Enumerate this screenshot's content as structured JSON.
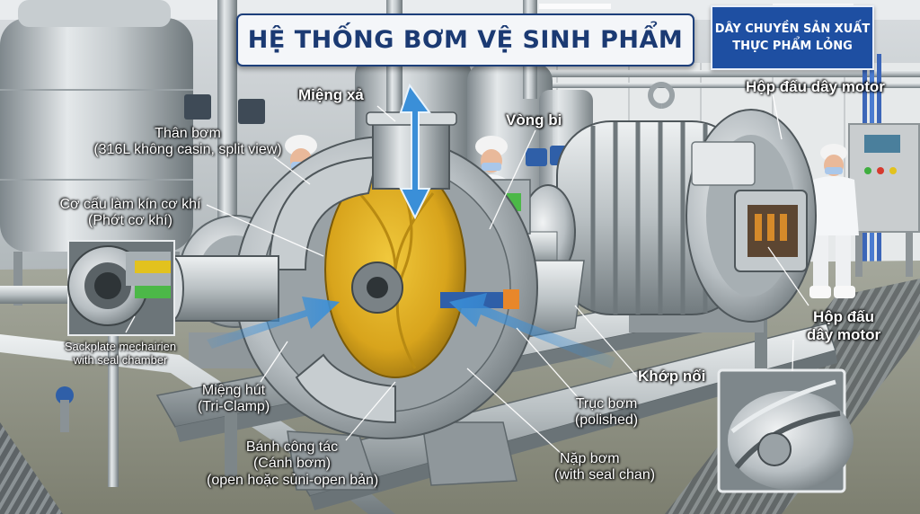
{
  "title": "HỆ THỐNG BƠM VỆ SINH PHẨM",
  "sign": {
    "line1": "DÂY CHUYỀN SẢN XUẤT",
    "line2": "THỰC PHẨM LỎNG"
  },
  "labels": {
    "mieng_xa": "Miệng xả",
    "vong_bi": "Vòng bi",
    "than_bom": "Thân bơm",
    "than_bom_sub": "(316L không casin, split view)",
    "co_cau": "Cơ cấu làm kín cơ khí",
    "co_cau_sub": "(Phớt cơ khí)",
    "backplate_1": "Sackplate mechairien",
    "backplate_2": "with seal chamber",
    "mieng_hut": "Miệng hút",
    "mieng_hut_sub": "(Tri-Clamp)",
    "banh_cong_tac": "Bánh công tác",
    "canh_bom": "(Cánh bơm)",
    "banh_sub": "(open hoặc sủni-open bản)",
    "khop_noi": "Khớp nối",
    "truc_bom": "Trục bơm",
    "truc_bom_sub": "(polished)",
    "nap_bom": "Nặp bơm",
    "nap_bom_sub": "(with seal chan)",
    "hop_dau_top": "Hộp đấu dây motor",
    "hop_dau_1": "Hộp đấu",
    "hop_dau_2": "dây motor"
  },
  "icons": [
    "steel-tank",
    "worker",
    "electric-motor",
    "centrifugal-pump",
    "control-panel",
    "flow-arrow"
  ],
  "colors": {
    "title_text": "#1b3a73",
    "title_border": "#1d3f7a",
    "sign_bg": "#1e4fa2",
    "impeller": "#e0b020",
    "seal_green": "#4cb848",
    "flow_arrow": "#3a8fd8"
  }
}
